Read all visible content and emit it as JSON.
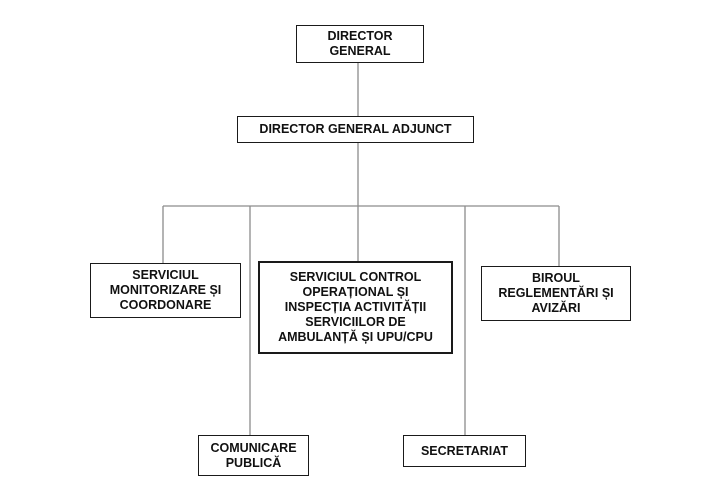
{
  "org_chart": {
    "director_general": "DIRECTOR\nGENERAL",
    "director_general_adjunct": "DIRECTOR GENERAL ADJUNCT",
    "units": {
      "serviciul_monitorizare": "SERVICIUL\nMONITORIZARE ȘI\nCOORDONARE",
      "serviciul_control": "SERVICIUL CONTROL\nOPERAȚIONAL ȘI\nINSPECȚIA ACTIVITĂȚII\nSERVICIILOR DE\nAMBULANȚĂ ȘI UPU/CPU",
      "biroul_reglementari": "BIROUL\nREGLEMENTĂRI ȘI\nAVIZĂRI",
      "comunicare_publica": "COMUNICARE\nPUBLICĂ",
      "secretariat": "SECRETARIAT"
    }
  }
}
